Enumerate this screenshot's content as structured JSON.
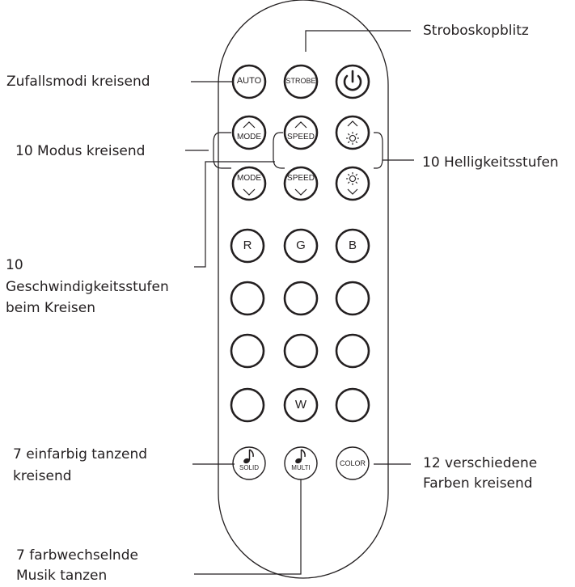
{
  "remote": {
    "row1": {
      "auto": "AUTO",
      "strobe": "STROBE",
      "power_icon": "power-icon"
    },
    "row2": {
      "mode_up": "MODE",
      "speed_up": "SPEED",
      "brightness_up_icon": "sun-icon"
    },
    "row3": {
      "mode_down": "MODE",
      "speed_down": "SPEED",
      "brightness_down_icon": "sun-icon"
    },
    "row4": {
      "r": "R",
      "g": "G",
      "b": "B"
    },
    "row8": {
      "w": "W"
    },
    "row9": {
      "solid": "SOLID",
      "multi": "MULTI",
      "color": "COLOR",
      "music_icon": "music-note-icon"
    }
  },
  "labels": {
    "strobe": "Stroboskopblitz",
    "auto": "Zufallsmodi kreisend",
    "mode": "10 Modus kreisend",
    "brightness": "10 Helligkeitsstufen",
    "speed_line1": "10",
    "speed_line2": "Geschwindigkeitsstufen",
    "speed_line3": "beim Kreisen",
    "solid_line1": "7 einfarbig tanzend",
    "solid_line2": "kreisend",
    "color_line1": "12 verschiedene",
    "color_line2": "Farben kreisend",
    "multi_line1": "7 farbwechselnde",
    "multi_line2": "Musik tanzen"
  },
  "colors": {
    "ink": "#231f20",
    "background": "#ffffff"
  }
}
